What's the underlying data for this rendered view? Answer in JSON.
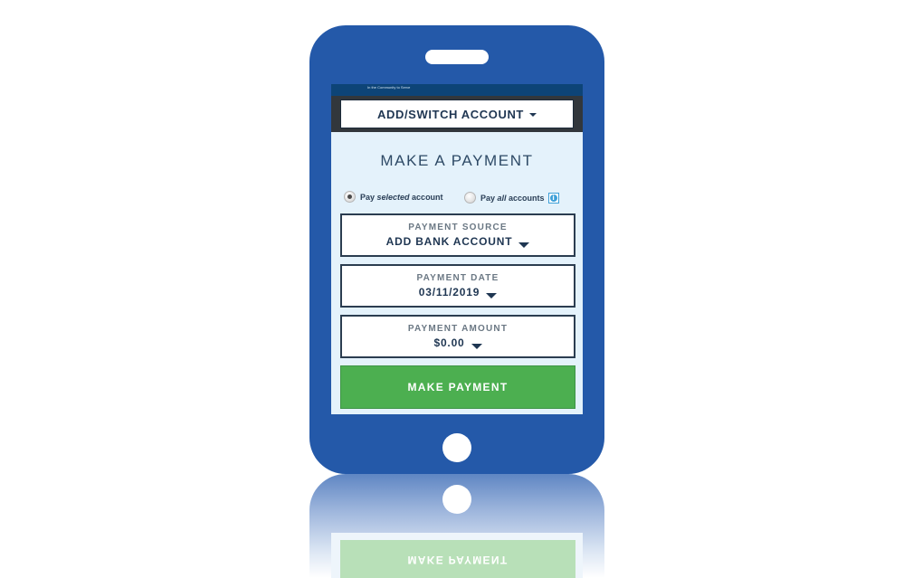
{
  "header": {
    "tagline": "In the Community to Serve",
    "account_button_label": "ADD/SWITCH ACCOUNT"
  },
  "page": {
    "title": "MAKE A PAYMENT"
  },
  "pay_options": {
    "selected": {
      "prefix": "Pay ",
      "emphasis": "selected",
      "suffix": " account",
      "checked": true
    },
    "all": {
      "prefix": "Pay ",
      "emphasis": "all",
      "suffix": " accounts",
      "checked": false
    },
    "info_glyph": "i"
  },
  "fields": {
    "source": {
      "label": "PAYMENT SOURCE",
      "value": "ADD BANK ACCOUNT"
    },
    "date": {
      "label": "PAYMENT DATE",
      "value": "03/11/2019"
    },
    "amount": {
      "label": "PAYMENT AMOUNT",
      "value": "$0.00"
    }
  },
  "actions": {
    "make_payment_label": "MAKE PAYMENT"
  },
  "icons": {
    "account_caret": "caret-down-icon",
    "field_chevron": "chevron-down-icon",
    "info": "info-icon"
  },
  "colors": {
    "phone_body": "#2459a9",
    "screen_bg": "#e4f2fb",
    "header_strip": "#0d4477",
    "account_bar": "#32373c",
    "primary_text": "#1f3652",
    "pay_button": "#4caf50",
    "info_accent": "#3ea0d8"
  }
}
